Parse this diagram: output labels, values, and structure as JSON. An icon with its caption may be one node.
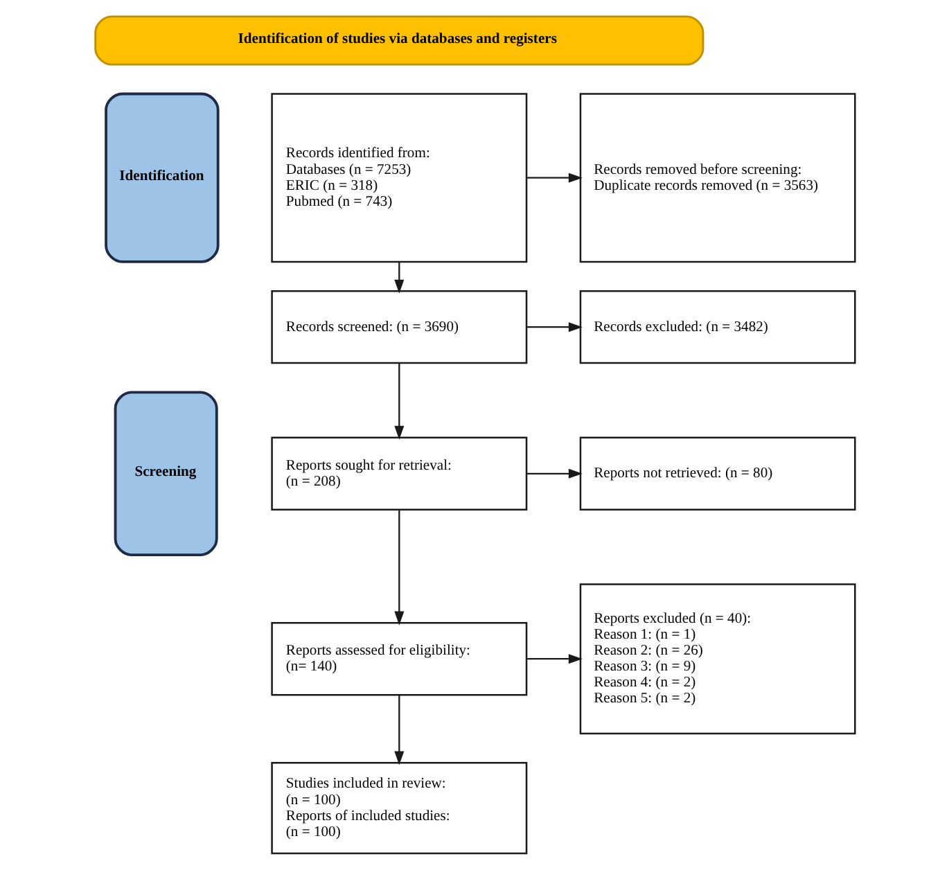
{
  "diagram": {
    "nodes": [
      {
        "text": [
          "Identification of studies via databases and registers"
        ]
      },
      {
        "text": [
          "Identification"
        ]
      },
      {
        "text": [
          "Records identified from:",
          "Databases (n = 7253)",
          "ERIC (n = 318)",
          "Pubmed (n = 743)"
        ]
      },
      {
        "text": [
          "Records removed before screening:",
          "Duplicate records removed (n = 3563)"
        ]
      },
      {
        "text": [
          "Screening"
        ]
      },
      {
        "text": [
          "Records screened: (n = 3690)"
        ]
      },
      {
        "text": [
          "Records excluded: (n = 3482)"
        ]
      },
      {
        "text": [
          "Reports sought for retrieval:",
          "(n = 208)"
        ]
      },
      {
        "text": [
          "Reports not retrieved: (n = 80)"
        ]
      },
      {
        "text": [
          "Reports assessed for eligibility:",
          "(n= 140)"
        ]
      },
      {
        "text": [
          "Reports excluded (n = 40):",
          "Reason 1: (n = 1)",
          "Reason 2: (n = 26)",
          "Reason 3: (n = 9)",
          "Reason 4: (n = 2)",
          "Reason 5: (n = 2)"
        ]
      },
      {
        "text": [
          "Studies included in review:",
          "(n = 100)",
          "Reports of included studies:",
          "(n = 100)"
        ]
      }
    ],
    "edges": [
      {
        "from": 2,
        "to": 3,
        "arrow": "to"
      },
      {
        "from": 2,
        "to": 5,
        "arrow": "to"
      },
      {
        "from": 5,
        "to": 6,
        "arrow": "to"
      },
      {
        "from": 5,
        "to": 7,
        "arrow": "to"
      },
      {
        "from": 7,
        "to": 8,
        "arrow": "to"
      },
      {
        "from": 7,
        "to": 9,
        "arrow": "to"
      },
      {
        "from": 9,
        "to": 10,
        "arrow": "to"
      },
      {
        "from": 9,
        "to": 11,
        "arrow": "to"
      }
    ]
  }
}
